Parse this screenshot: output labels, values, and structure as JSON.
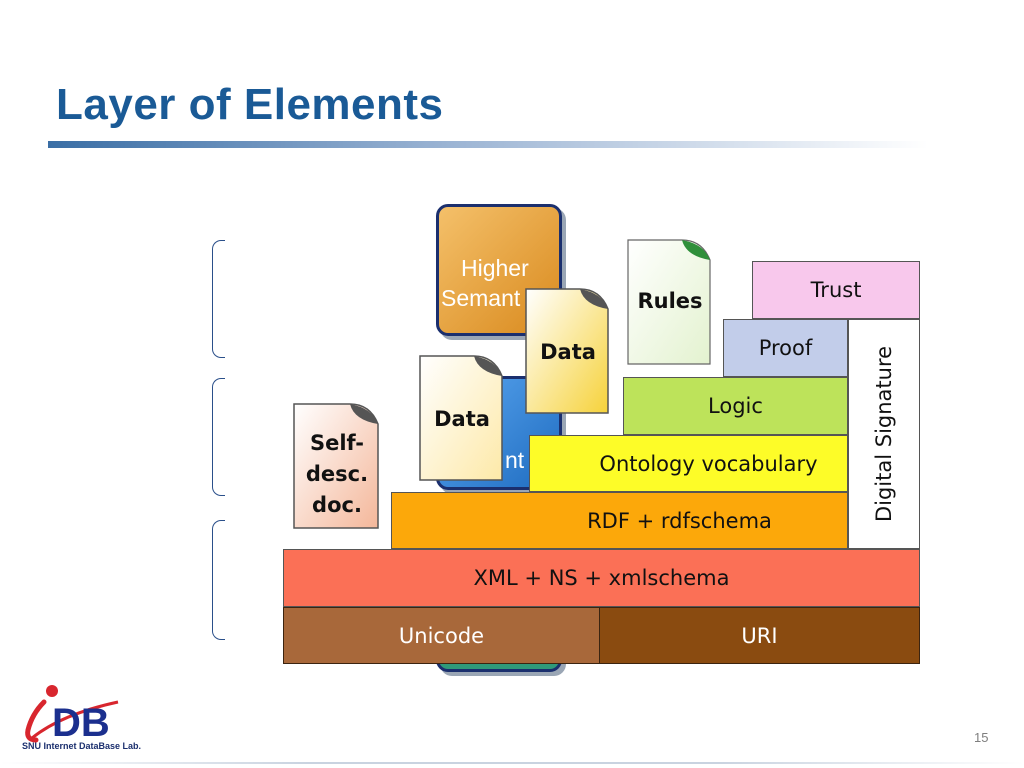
{
  "slide": {
    "title": "Layer of Elements",
    "page_number": "15"
  },
  "logo": {
    "mark": "iDB",
    "subtitle": "SNU Internet DataBase Lab."
  },
  "cards": {
    "higher_semantics": {
      "line1": "Higher",
      "line2": "Semant",
      "color": "#e7a23a"
    },
    "middle": {
      "text": "nt",
      "color": "#2d7fd3"
    },
    "bottom": {
      "color": "#2f9a7a"
    }
  },
  "documents": {
    "self_desc": {
      "lines": [
        "Self-",
        "desc.",
        "doc."
      ],
      "fill": "#f7d9c8"
    },
    "data_middle": {
      "label": "Data",
      "fill": "#fffbe8"
    },
    "data_top": {
      "label": "Data",
      "fill": "#fff4c2"
    },
    "rules": {
      "label": "Rules",
      "fill": "#f2f9e8"
    }
  },
  "layers": {
    "trust": {
      "label": "Trust",
      "color": "#f8c8ec"
    },
    "proof": {
      "label": "Proof",
      "color": "#c2cdea"
    },
    "logic": {
      "label": "Logic",
      "color": "#bde35a"
    },
    "ontology": {
      "label": "Ontology vocabulary",
      "color": "#fdfc28"
    },
    "rdf": {
      "label": "RDF + rdfschema",
      "color": "#fca80a"
    },
    "xml": {
      "label": "XML + NS + xmlschema",
      "color": "#fb7056"
    },
    "unicode": {
      "label": "Unicode",
      "color": "#a8683a"
    },
    "uri": {
      "label": "URI",
      "color": "#8a4b10"
    },
    "digital_signature": {
      "label": "Digital Signature",
      "color": "#ffffff"
    }
  },
  "colors": {
    "title": "#1a5a96",
    "bracket": "#2a4f8a"
  }
}
